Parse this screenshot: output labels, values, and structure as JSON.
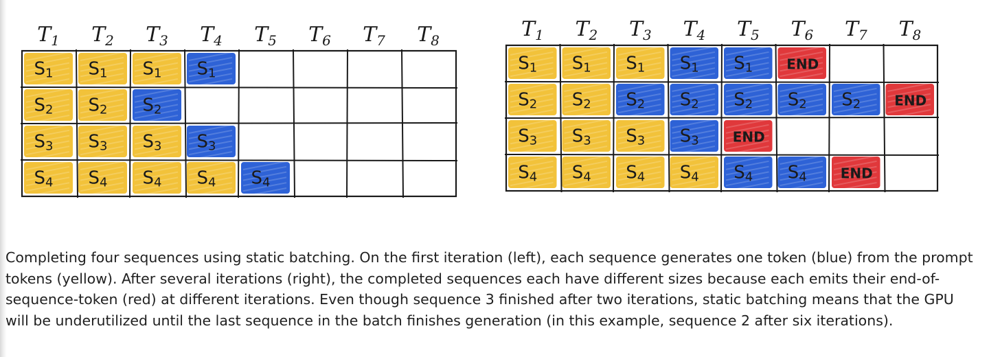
{
  "colors": {
    "prompt": "#f2c23a",
    "generated": "#2e62d6",
    "end": "#e0383b",
    "grid": "#1a1a1a"
  },
  "columns": [
    "T1",
    "T2",
    "T3",
    "T4",
    "T5",
    "T6",
    "T7",
    "T8"
  ],
  "diagrams": [
    {
      "name": "left",
      "rows": [
        [
          "S1:p",
          "S1:p",
          "S1:p",
          "S1:g",
          "",
          "",
          "",
          ""
        ],
        [
          "S2:p",
          "S2:p",
          "S2:g",
          "",
          "",
          "",
          "",
          ""
        ],
        [
          "S3:p",
          "S3:p",
          "S3:p",
          "S3:g",
          "",
          "",
          "",
          ""
        ],
        [
          "S4:p",
          "S4:p",
          "S4:p",
          "S4:p",
          "S4:g",
          "",
          "",
          ""
        ]
      ]
    },
    {
      "name": "right",
      "rows": [
        [
          "S1:p",
          "S1:p",
          "S1:p",
          "S1:g",
          "S1:g",
          "END:e",
          "",
          ""
        ],
        [
          "S2:p",
          "S2:p",
          "S2:g",
          "S2:g",
          "S2:g",
          "S2:g",
          "S2:g",
          "END:e"
        ],
        [
          "S3:p",
          "S3:p",
          "S3:p",
          "S3:g",
          "END:e",
          "",
          "",
          ""
        ],
        [
          "S4:p",
          "S4:p",
          "S4:p",
          "S4:p",
          "S4:g",
          "S4:g",
          "END:e",
          ""
        ]
      ]
    }
  ],
  "caption": "Completing four sequences using static batching. On the first iteration (left), each sequence generates one token (blue) from the prompt tokens (yellow). After several iterations (right), the completed sequences each have different sizes because each emits their end-of-sequence-token (red) at different iterations. Even though sequence 3 finished after two iterations, static batching means that the GPU will be underutilized until the last sequence in the batch finishes generation (in this example, sequence 2 after six iterations)."
}
